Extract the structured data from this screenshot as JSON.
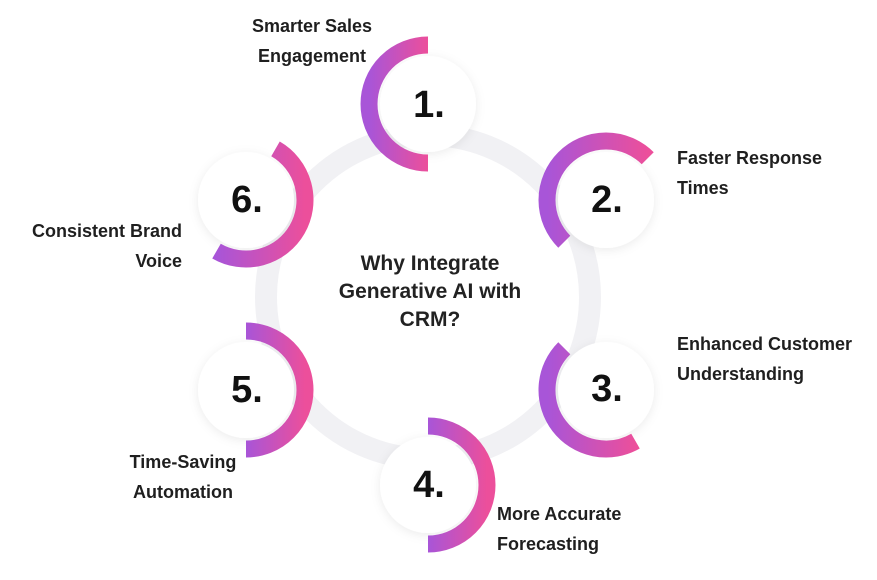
{
  "title_lines": [
    "Why Integrate",
    "Generative AI with",
    "CRM?"
  ],
  "steps": [
    {
      "number": "1.",
      "label_lines": [
        "Smarter Sales",
        "Engagement"
      ]
    },
    {
      "number": "2.",
      "label_lines": [
        "Faster Response",
        "Times"
      ]
    },
    {
      "number": "3.",
      "label_lines": [
        "Enhanced Customer",
        "Understanding"
      ]
    },
    {
      "number": "4.",
      "label_lines": [
        "More Accurate",
        "Forecasting"
      ]
    },
    {
      "number": "5.",
      "label_lines": [
        "Time-Saving",
        "Automation"
      ]
    },
    {
      "number": "6.",
      "label_lines": [
        "Consistent Brand",
        "Voice"
      ]
    }
  ],
  "colors": {
    "gradient_start": "#a855d8",
    "gradient_end": "#ec4f9b",
    "ring_shadow": "#e9e9ee",
    "text": "#1f1f1f"
  }
}
